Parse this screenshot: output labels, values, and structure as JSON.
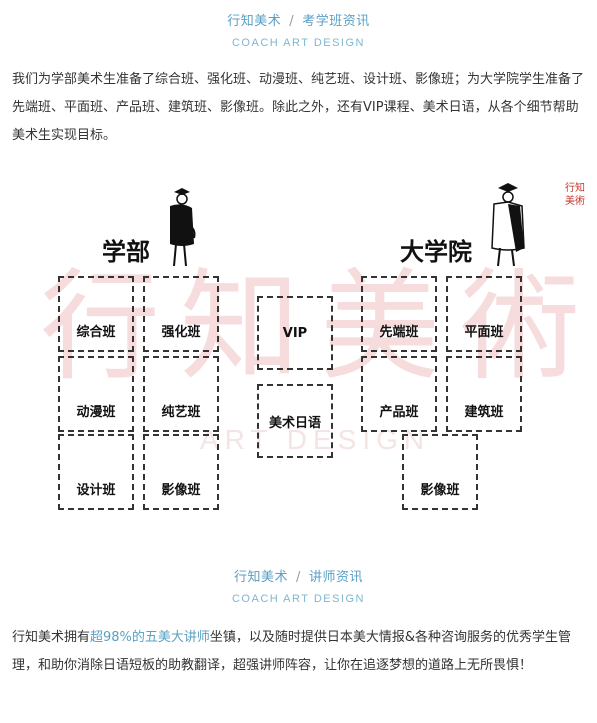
{
  "section1": {
    "brand": "行知美术",
    "separator": "/",
    "topic": "考学班资讯",
    "subtitle": "COACH ART DESIGN",
    "paragraph": "我们为学部美术生准备了综合班、强化班、动漫班、纯艺班、设计班、影像班；为大学院学生准备了先端班、平面班、产品班、建筑班、影像班。除此之外，还有VIP课程、美术日语，从各个细节帮助美术生实现目标。"
  },
  "diagram": {
    "watermark_text": "行知美術",
    "watermark_sub": "ART DESIGN",
    "seal_text": "行知美術",
    "left_group": {
      "label": "学部",
      "classes": [
        "综合班",
        "强化班",
        "动漫班",
        "纯艺班",
        "设计班",
        "影像班"
      ]
    },
    "middle_group": {
      "classes": [
        "VIP",
        "美术日语"
      ]
    },
    "right_group": {
      "label": "大学院",
      "classes": [
        "先端班",
        "平面班",
        "产品班",
        "建筑班",
        "影像班"
      ]
    }
  },
  "section2": {
    "brand": "行知美术",
    "separator": "/",
    "topic": "讲师资讯",
    "subtitle": "COACH ART DESIGN",
    "para_before": "行知美术拥有",
    "para_highlight": "超98%的五美大讲师",
    "para_after": "坐镇，以及随时提供日本美大情报&各种咨询服务的优秀学生管理，和助你消除日语短板的助教翻译，超强讲师阵容，让你在追逐梦想的道路上无所畏惧！"
  }
}
